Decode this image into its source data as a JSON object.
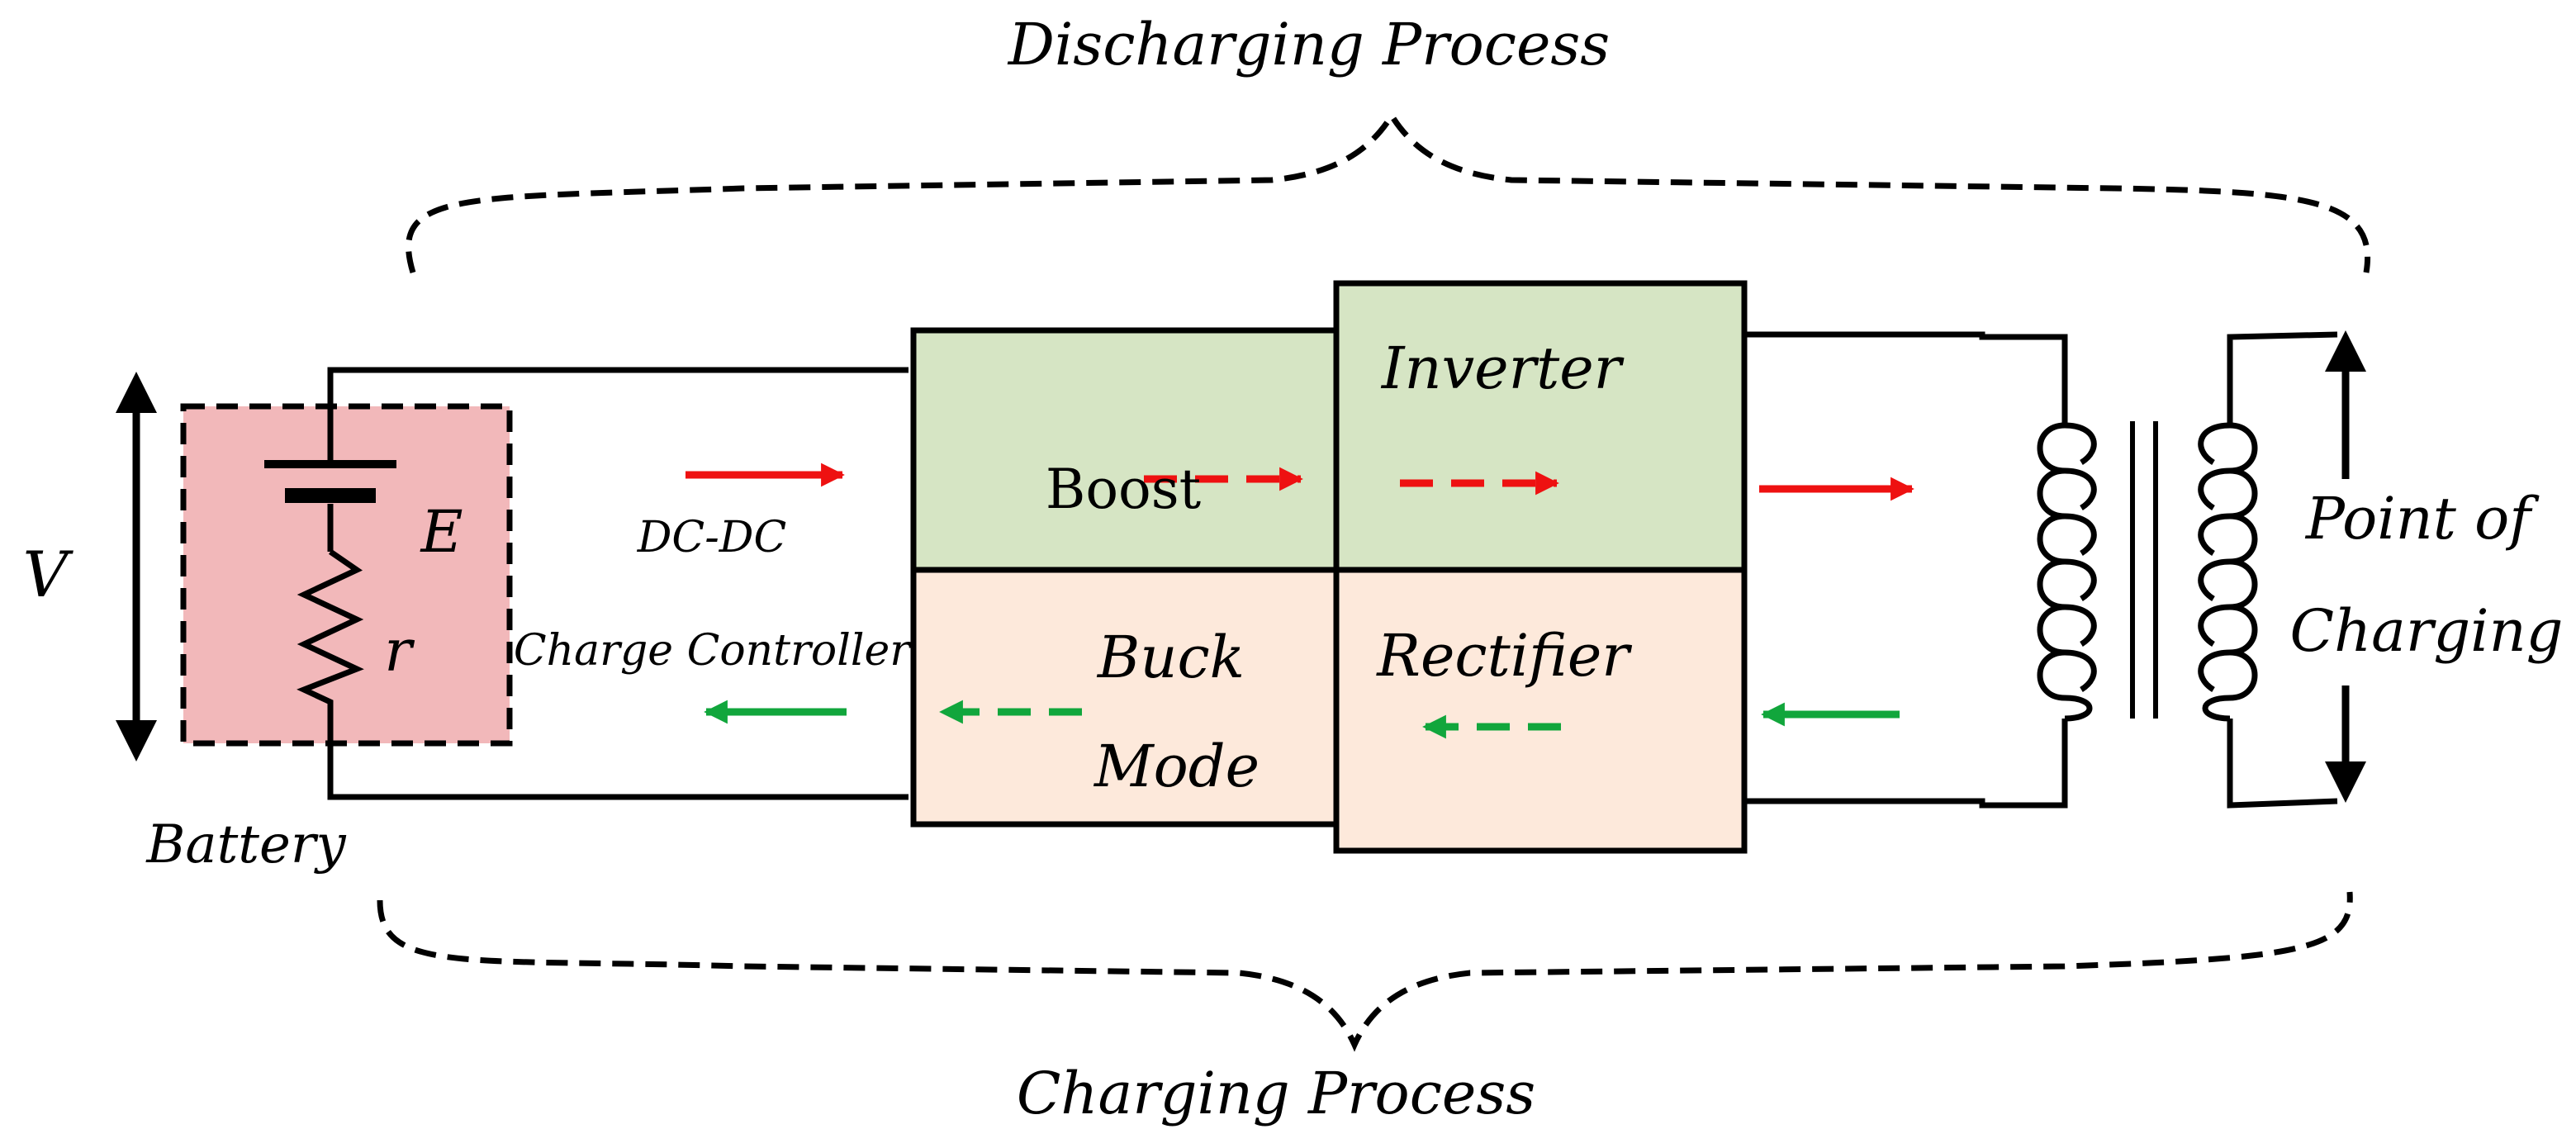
{
  "diagram": {
    "labels": {
      "discharging_process": "Discharging Process",
      "charging_process": "Charging Process",
      "voltage": "V",
      "emf": "E",
      "internal_resistance": "r",
      "battery": "Battery",
      "dc_dc": "DC-DC",
      "charge_controller": "Charge Controller",
      "boost": "Boost",
      "buck_line1": "Buck",
      "buck_line2": "Mode",
      "inverter": "Inverter",
      "rectifier": "Rectifier",
      "point_line1": "Point of",
      "point_line2": "Charging"
    },
    "colors": {
      "battery_fill": "#f2b8ba",
      "green_block": "#d6e5c4",
      "peach_block": "#fde9db",
      "discharge_arrow": "#ee1111",
      "charge_arrow": "#11a63c",
      "line": "#000000"
    }
  }
}
